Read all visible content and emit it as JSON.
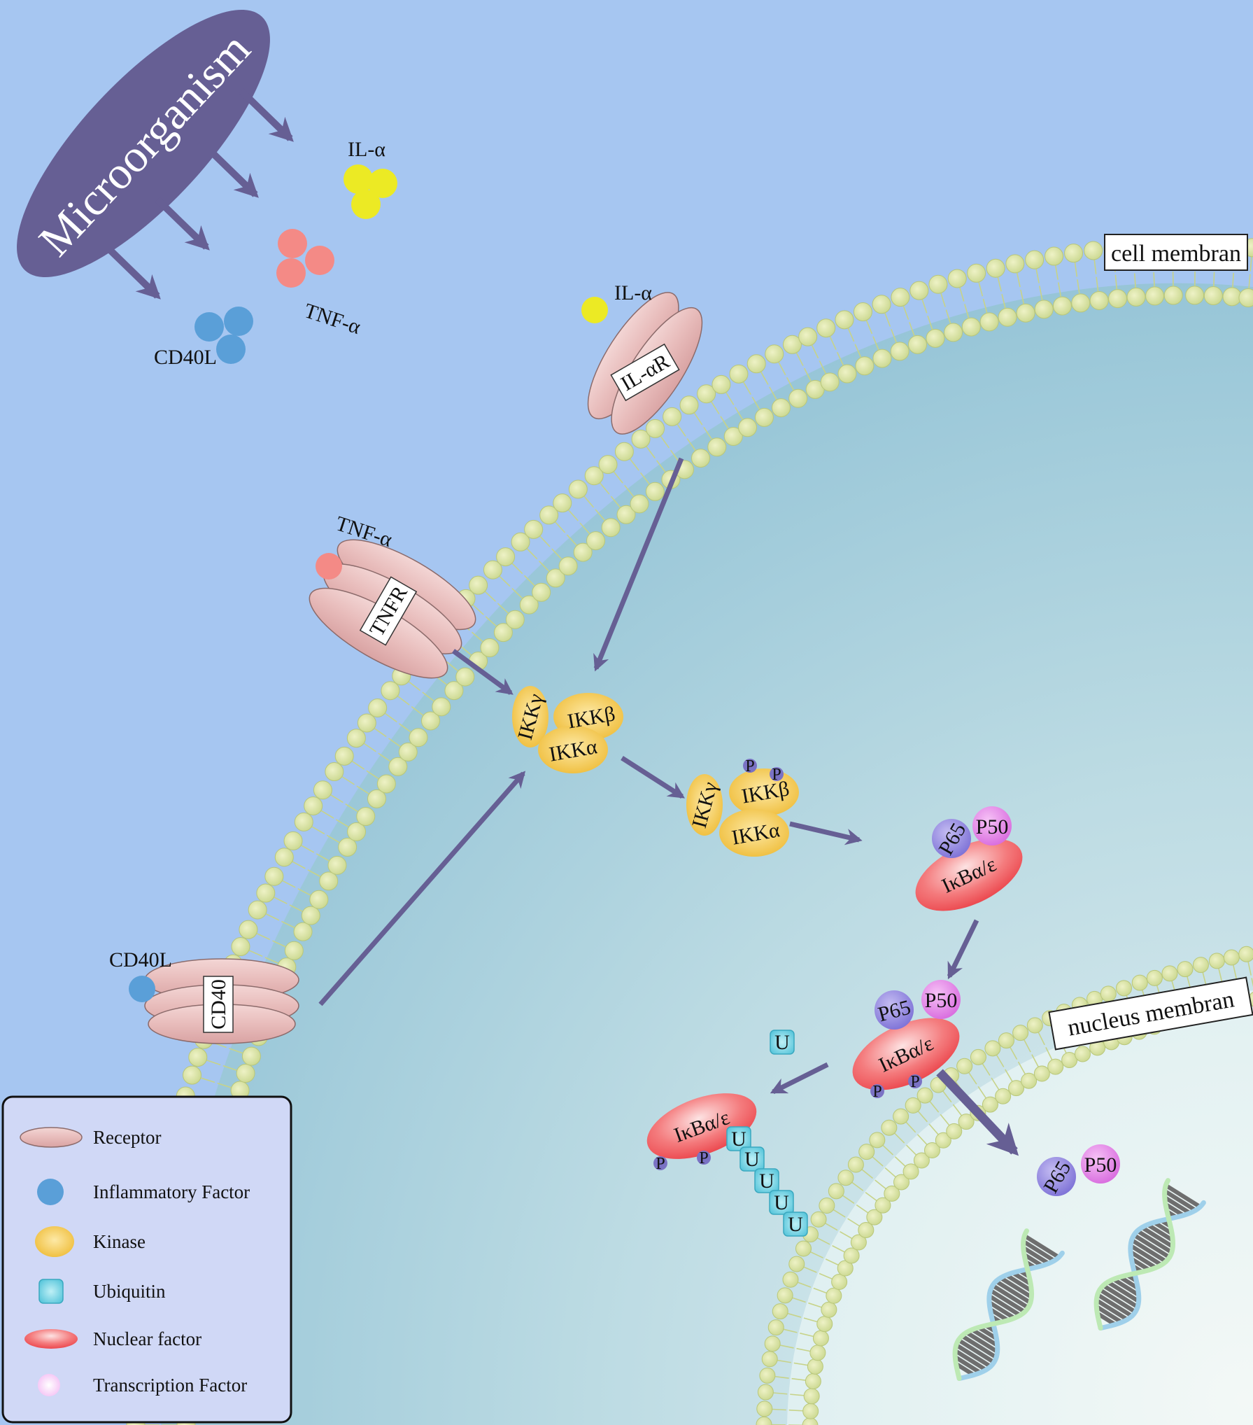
{
  "organism": {
    "label": "Microorganism"
  },
  "ligands": {
    "il_alpha": "IL-α",
    "tnf_alpha": "TNF-α",
    "cd40l": "CD40L"
  },
  "receptors": {
    "il_alpha_r": "IL-αR",
    "tnfr": "TNFR",
    "cd40": "CD40"
  },
  "kinase": {
    "gamma": "IKKγ",
    "beta": "IKKβ",
    "alpha": "IKKα",
    "phospho": "P"
  },
  "nf": {
    "p65": "P65",
    "p50": "P50",
    "ikb": "IκBα/ε",
    "ubiquitin": "U"
  },
  "membranes": {
    "cell": "cell membran",
    "nucleus": "nucleus membran"
  },
  "legend": {
    "items": [
      {
        "label": "Receptor",
        "icon": "receptor-icon"
      },
      {
        "label": "Inflammatory Factor",
        "icon": "inflammatory-factor-icon"
      },
      {
        "label": "Kinase",
        "icon": "kinase-icon"
      },
      {
        "label": "Ubiquitin",
        "icon": "ubiquitin-icon"
      },
      {
        "label": "Nuclear factor",
        "icon": "nuclear-factor-icon"
      },
      {
        "label": "Transcription Factor",
        "icon": "transcription-factor-icon"
      }
    ]
  },
  "colors": {
    "background": "#a6c6f1",
    "organism": "#665f94",
    "arrow": "#665f94",
    "lipid": "#d2dd9c",
    "il_alpha": "#ecea24",
    "tnf_alpha": "#f48a86",
    "cd40l": "#5a9fd8",
    "receptor": "#eac0bf",
    "kinase": "#f2c94d",
    "ubiquitin": "#6ccfe0",
    "nuclear_factor": "#f05a5e",
    "p65": "#8e84de",
    "p50": "#e483e8"
  }
}
